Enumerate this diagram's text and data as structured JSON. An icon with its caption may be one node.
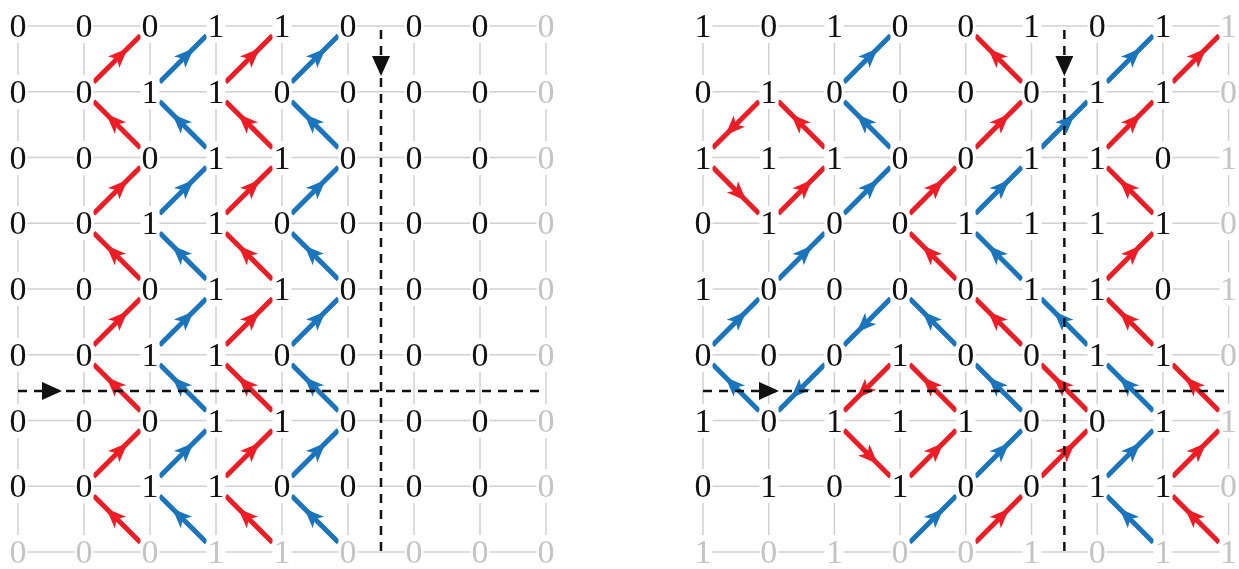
{
  "diagram": {
    "nodes": [
      {
        "text": [
          "0"
        ]
      },
      {
        "text": [
          "0"
        ]
      },
      {
        "text": [
          "0"
        ]
      },
      {
        "text": [
          "1"
        ]
      },
      {
        "text": [
          "1"
        ]
      },
      {
        "text": [
          "0"
        ]
      },
      {
        "text": [
          "0"
        ]
      },
      {
        "text": [
          "0"
        ]
      },
      {
        "text": [
          "0"
        ]
      },
      {
        "text": [
          "0"
        ]
      },
      {
        "text": [
          "0"
        ]
      },
      {
        "text": [
          "1"
        ]
      },
      {
        "text": [
          "1"
        ]
      },
      {
        "text": [
          "0"
        ]
      },
      {
        "text": [
          "0"
        ]
      },
      {
        "text": [
          "0"
        ]
      },
      {
        "text": [
          "0"
        ]
      },
      {
        "text": [
          "0"
        ]
      },
      {
        "text": [
          "0"
        ]
      },
      {
        "text": [
          "0"
        ]
      },
      {
        "text": [
          "0"
        ]
      },
      {
        "text": [
          "1"
        ]
      },
      {
        "text": [
          "1"
        ]
      },
      {
        "text": [
          "0"
        ]
      },
      {
        "text": [
          "0"
        ]
      },
      {
        "text": [
          "0"
        ]
      },
      {
        "text": [
          "0"
        ]
      },
      {
        "text": [
          "0"
        ]
      },
      {
        "text": [
          "0"
        ]
      },
      {
        "text": [
          "1"
        ]
      },
      {
        "text": [
          "1"
        ]
      },
      {
        "text": [
          "0"
        ]
      },
      {
        "text": [
          "0"
        ]
      },
      {
        "text": [
          "0"
        ]
      },
      {
        "text": [
          "0"
        ]
      },
      {
        "text": [
          "0"
        ]
      },
      {
        "text": [
          "0"
        ]
      },
      {
        "text": [
          "0"
        ]
      },
      {
        "text": [
          "0"
        ]
      },
      {
        "text": [
          "1"
        ]
      },
      {
        "text": [
          "1"
        ]
      },
      {
        "text": [
          "0"
        ]
      },
      {
        "text": [
          "0"
        ]
      },
      {
        "text": [
          "0"
        ]
      },
      {
        "text": [
          "0"
        ]
      },
      {
        "text": [
          "0"
        ]
      },
      {
        "text": [
          "0"
        ]
      },
      {
        "text": [
          "1"
        ]
      },
      {
        "text": [
          "1"
        ]
      },
      {
        "text": [
          "0"
        ]
      },
      {
        "text": [
          "0"
        ]
      },
      {
        "text": [
          "0"
        ]
      },
      {
        "text": [
          "0"
        ]
      },
      {
        "text": [
          "0"
        ]
      },
      {
        "text": [
          "0"
        ]
      },
      {
        "text": [
          "0"
        ]
      },
      {
        "text": [
          "0"
        ]
      },
      {
        "text": [
          "1"
        ]
      },
      {
        "text": [
          "1"
        ]
      },
      {
        "text": [
          "0"
        ]
      },
      {
        "text": [
          "0"
        ]
      },
      {
        "text": [
          "0"
        ]
      },
      {
        "text": [
          "0"
        ]
      },
      {
        "text": [
          "0"
        ]
      },
      {
        "text": [
          "0"
        ]
      },
      {
        "text": [
          "1"
        ]
      },
      {
        "text": [
          "1"
        ]
      },
      {
        "text": [
          "0"
        ]
      },
      {
        "text": [
          "0"
        ]
      },
      {
        "text": [
          "0"
        ]
      },
      {
        "text": [
          "0"
        ]
      },
      {
        "text": [
          "0"
        ]
      },
      {
        "text": [
          "0"
        ]
      },
      {
        "text": [
          "0"
        ]
      },
      {
        "text": [
          "0"
        ]
      },
      {
        "text": [
          "1"
        ]
      },
      {
        "text": [
          "1"
        ]
      },
      {
        "text": [
          "0"
        ]
      },
      {
        "text": [
          "0"
        ]
      },
      {
        "text": [
          "0"
        ]
      },
      {
        "text": [
          "0"
        ]
      },
      {
        "text": [
          "1"
        ]
      },
      {
        "text": [
          "0"
        ]
      },
      {
        "text": [
          "1"
        ]
      },
      {
        "text": [
          "0"
        ]
      },
      {
        "text": [
          "0"
        ]
      },
      {
        "text": [
          "1"
        ]
      },
      {
        "text": [
          "0"
        ]
      },
      {
        "text": [
          "1"
        ]
      },
      {
        "text": [
          "1"
        ]
      },
      {
        "text": [
          "0"
        ]
      },
      {
        "text": [
          "1"
        ]
      },
      {
        "text": [
          "0"
        ]
      },
      {
        "text": [
          "0"
        ]
      },
      {
        "text": [
          "0"
        ]
      },
      {
        "text": [
          "0"
        ]
      },
      {
        "text": [
          "1"
        ]
      },
      {
        "text": [
          "1"
        ]
      },
      {
        "text": [
          "0"
        ]
      },
      {
        "text": [
          "1"
        ]
      },
      {
        "text": [
          "1"
        ]
      },
      {
        "text": [
          "1"
        ]
      },
      {
        "text": [
          "0"
        ]
      },
      {
        "text": [
          "0"
        ]
      },
      {
        "text": [
          "1"
        ]
      },
      {
        "text": [
          "1"
        ]
      },
      {
        "text": [
          "0"
        ]
      },
      {
        "text": [
          "1"
        ]
      },
      {
        "text": [
          "0"
        ]
      },
      {
        "text": [
          "1"
        ]
      },
      {
        "text": [
          "0"
        ]
      },
      {
        "text": [
          "0"
        ]
      },
      {
        "text": [
          "1"
        ]
      },
      {
        "text": [
          "1"
        ]
      },
      {
        "text": [
          "1"
        ]
      },
      {
        "text": [
          "1"
        ]
      },
      {
        "text": [
          "0"
        ]
      },
      {
        "text": [
          "1"
        ]
      },
      {
        "text": [
          "0"
        ]
      },
      {
        "text": [
          "0"
        ]
      },
      {
        "text": [
          "0"
        ]
      },
      {
        "text": [
          "0"
        ]
      },
      {
        "text": [
          "1"
        ]
      },
      {
        "text": [
          "1"
        ]
      },
      {
        "text": [
          "0"
        ]
      },
      {
        "text": [
          "1"
        ]
      },
      {
        "text": [
          "0"
        ]
      },
      {
        "text": [
          "0"
        ]
      },
      {
        "text": [
          "0"
        ]
      },
      {
        "text": [
          "1"
        ]
      },
      {
        "text": [
          "0"
        ]
      },
      {
        "text": [
          "0"
        ]
      },
      {
        "text": [
          "1"
        ]
      },
      {
        "text": [
          "1"
        ]
      },
      {
        "text": [
          "0"
        ]
      },
      {
        "text": [
          "1"
        ]
      },
      {
        "text": [
          "0"
        ]
      },
      {
        "text": [
          "1"
        ]
      },
      {
        "text": [
          "1"
        ]
      },
      {
        "text": [
          "1"
        ]
      },
      {
        "text": [
          "0"
        ]
      },
      {
        "text": [
          "0"
        ]
      },
      {
        "text": [
          "1"
        ]
      },
      {
        "text": [
          "1"
        ]
      },
      {
        "text": [
          "0"
        ]
      },
      {
        "text": [
          "1"
        ]
      },
      {
        "text": [
          "0"
        ]
      },
      {
        "text": [
          "1"
        ]
      },
      {
        "text": [
          "0"
        ]
      },
      {
        "text": [
          "0"
        ]
      },
      {
        "text": [
          "1"
        ]
      },
      {
        "text": [
          "1"
        ]
      },
      {
        "text": [
          "0"
        ]
      },
      {
        "text": [
          "1"
        ]
      },
      {
        "text": [
          "0"
        ]
      },
      {
        "text": [
          "1"
        ]
      },
      {
        "text": [
          "0"
        ]
      },
      {
        "text": [
          "0"
        ]
      },
      {
        "text": [
          "1"
        ]
      },
      {
        "text": [
          "0"
        ]
      },
      {
        "text": [
          "1"
        ]
      },
      {
        "text": [
          "1"
        ]
      }
    ],
    "edges": [
      {
        "from": 10,
        "to": 2,
        "arrow": "to",
        "color": "#ee1c24"
      },
      {
        "from": 11,
        "to": 3,
        "arrow": "to",
        "color": "#1b75bc"
      },
      {
        "from": 12,
        "to": 4,
        "arrow": "to",
        "color": "#ee1c24"
      },
      {
        "from": 13,
        "to": 5,
        "arrow": "to",
        "color": "#1b75bc"
      },
      {
        "from": 20,
        "to": 10,
        "arrow": "to",
        "color": "#ee1c24"
      },
      {
        "from": 21,
        "to": 11,
        "arrow": "to",
        "color": "#1b75bc"
      },
      {
        "from": 22,
        "to": 12,
        "arrow": "to",
        "color": "#ee1c24"
      },
      {
        "from": 23,
        "to": 13,
        "arrow": "to",
        "color": "#1b75bc"
      },
      {
        "from": 28,
        "to": 20,
        "arrow": "to",
        "color": "#ee1c24"
      },
      {
        "from": 29,
        "to": 21,
        "arrow": "to",
        "color": "#1b75bc"
      },
      {
        "from": 30,
        "to": 22,
        "arrow": "to",
        "color": "#ee1c24"
      },
      {
        "from": 31,
        "to": 23,
        "arrow": "to",
        "color": "#1b75bc"
      },
      {
        "from": 38,
        "to": 28,
        "arrow": "to",
        "color": "#ee1c24"
      },
      {
        "from": 39,
        "to": 29,
        "arrow": "to",
        "color": "#1b75bc"
      },
      {
        "from": 40,
        "to": 30,
        "arrow": "to",
        "color": "#ee1c24"
      },
      {
        "from": 41,
        "to": 31,
        "arrow": "to",
        "color": "#1b75bc"
      },
      {
        "from": 46,
        "to": 38,
        "arrow": "to",
        "color": "#ee1c24"
      },
      {
        "from": 47,
        "to": 39,
        "arrow": "to",
        "color": "#1b75bc"
      },
      {
        "from": 48,
        "to": 40,
        "arrow": "to",
        "color": "#ee1c24"
      },
      {
        "from": 49,
        "to": 41,
        "arrow": "to",
        "color": "#1b75bc"
      },
      {
        "from": 56,
        "to": 46,
        "arrow": "to",
        "color": "#ee1c24"
      },
      {
        "from": 57,
        "to": 47,
        "arrow": "to",
        "color": "#1b75bc"
      },
      {
        "from": 58,
        "to": 48,
        "arrow": "to",
        "color": "#ee1c24"
      },
      {
        "from": 59,
        "to": 49,
        "arrow": "to",
        "color": "#1b75bc"
      },
      {
        "from": 64,
        "to": 56,
        "arrow": "to",
        "color": "#ee1c24"
      },
      {
        "from": 65,
        "to": 57,
        "arrow": "to",
        "color": "#1b75bc"
      },
      {
        "from": 66,
        "to": 58,
        "arrow": "to",
        "color": "#ee1c24"
      },
      {
        "from": 67,
        "to": 59,
        "arrow": "to",
        "color": "#1b75bc"
      },
      {
        "from": 74,
        "to": 64,
        "arrow": "to",
        "color": "#ee1c24"
      },
      {
        "from": 75,
        "to": 65,
        "arrow": "to",
        "color": "#1b75bc"
      },
      {
        "from": 76,
        "to": 66,
        "arrow": "to",
        "color": "#ee1c24"
      },
      {
        "from": 77,
        "to": 67,
        "arrow": "to",
        "color": "#1b75bc"
      },
      {
        "from": 92,
        "to": 84,
        "arrow": "to",
        "color": "#1b75bc"
      },
      {
        "from": 95,
        "to": 85,
        "arrow": "to",
        "color": "#ee1c24"
      },
      {
        "from": 96,
        "to": 88,
        "arrow": "to",
        "color": "#1b75bc"
      },
      {
        "from": 97,
        "to": 89,
        "arrow": "to",
        "color": "#ee1c24"
      },
      {
        "from": 91,
        "to": 99,
        "arrow": "to",
        "color": "#ee1c24"
      },
      {
        "from": 101,
        "to": 91,
        "arrow": "to",
        "color": "#ee1c24"
      },
      {
        "from": 102,
        "to": 92,
        "arrow": "to",
        "color": "#1b75bc"
      },
      {
        "from": 103,
        "to": 95,
        "arrow": "to",
        "color": "#ee1c24"
      },
      {
        "from": 104,
        "to": 96,
        "arrow": "to",
        "color": "#1b75bc"
      },
      {
        "from": 105,
        "to": 97,
        "arrow": "to",
        "color": "#ee1c24"
      },
      {
        "from": 99,
        "to": 109,
        "arrow": "to",
        "color": "#ee1c24"
      },
      {
        "from": 109,
        "to": 101,
        "arrow": "to",
        "color": "#ee1c24"
      },
      {
        "from": 110,
        "to": 102,
        "arrow": "to",
        "color": "#1b75bc"
      },
      {
        "from": 111,
        "to": 103,
        "arrow": "to",
        "color": "#ee1c24"
      },
      {
        "from": 112,
        "to": 104,
        "arrow": "to",
        "color": "#1b75bc"
      },
      {
        "from": 115,
        "to": 105,
        "arrow": "to",
        "color": "#ee1c24"
      },
      {
        "from": 118,
        "to": 110,
        "arrow": "to",
        "color": "#1b75bc"
      },
      {
        "from": 121,
        "to": 111,
        "arrow": "to",
        "color": "#ee1c24"
      },
      {
        "from": 122,
        "to": 112,
        "arrow": "to",
        "color": "#1b75bc"
      },
      {
        "from": 123,
        "to": 115,
        "arrow": "to",
        "color": "#ee1c24"
      },
      {
        "from": 126,
        "to": 118,
        "arrow": "to",
        "color": "#1b75bc"
      },
      {
        "from": 120,
        "to": 128,
        "arrow": "to",
        "color": "#1b75bc"
      },
      {
        "from": 130,
        "to": 120,
        "arrow": "to",
        "color": "#1b75bc"
      },
      {
        "from": 131,
        "to": 121,
        "arrow": "to",
        "color": "#ee1c24"
      },
      {
        "from": 132,
        "to": 122,
        "arrow": "to",
        "color": "#1b75bc"
      },
      {
        "from": 133,
        "to": 123,
        "arrow": "to",
        "color": "#ee1c24"
      },
      {
        "from": 136,
        "to": 126,
        "arrow": "to",
        "color": "#1b75bc"
      },
      {
        "from": 128,
        "to": 136,
        "arrow": "to",
        "color": "#1b75bc"
      },
      {
        "from": 129,
        "to": 137,
        "arrow": "to",
        "color": "#ee1c24"
      },
      {
        "from": 139,
        "to": 129,
        "arrow": "to",
        "color": "#ee1c24"
      },
      {
        "from": 140,
        "to": 130,
        "arrow": "to",
        "color": "#1b75bc"
      },
      {
        "from": 141,
        "to": 131,
        "arrow": "to",
        "color": "#ee1c24"
      },
      {
        "from": 142,
        "to": 132,
        "arrow": "to",
        "color": "#1b75bc"
      },
      {
        "from": 143,
        "to": 133,
        "arrow": "to",
        "color": "#ee1c24"
      },
      {
        "from": 137,
        "to": 147,
        "arrow": "to",
        "color": "#ee1c24"
      },
      {
        "from": 147,
        "to": 139,
        "arrow": "to",
        "color": "#ee1c24"
      },
      {
        "from": 148,
        "to": 140,
        "arrow": "to",
        "color": "#1b75bc"
      },
      {
        "from": 149,
        "to": 141,
        "arrow": "to",
        "color": "#ee1c24"
      },
      {
        "from": 150,
        "to": 142,
        "arrow": "to",
        "color": "#1b75bc"
      },
      {
        "from": 151,
        "to": 143,
        "arrow": "to",
        "color": "#ee1c24"
      },
      {
        "from": 156,
        "to": 148,
        "arrow": "to",
        "color": "#1b75bc"
      },
      {
        "from": 157,
        "to": 149,
        "arrow": "to",
        "color": "#ee1c24"
      },
      {
        "from": 160,
        "to": 150,
        "arrow": "to",
        "color": "#1b75bc"
      },
      {
        "from": 161,
        "to": 151,
        "arrow": "to",
        "color": "#ee1c24"
      }
    ]
  }
}
